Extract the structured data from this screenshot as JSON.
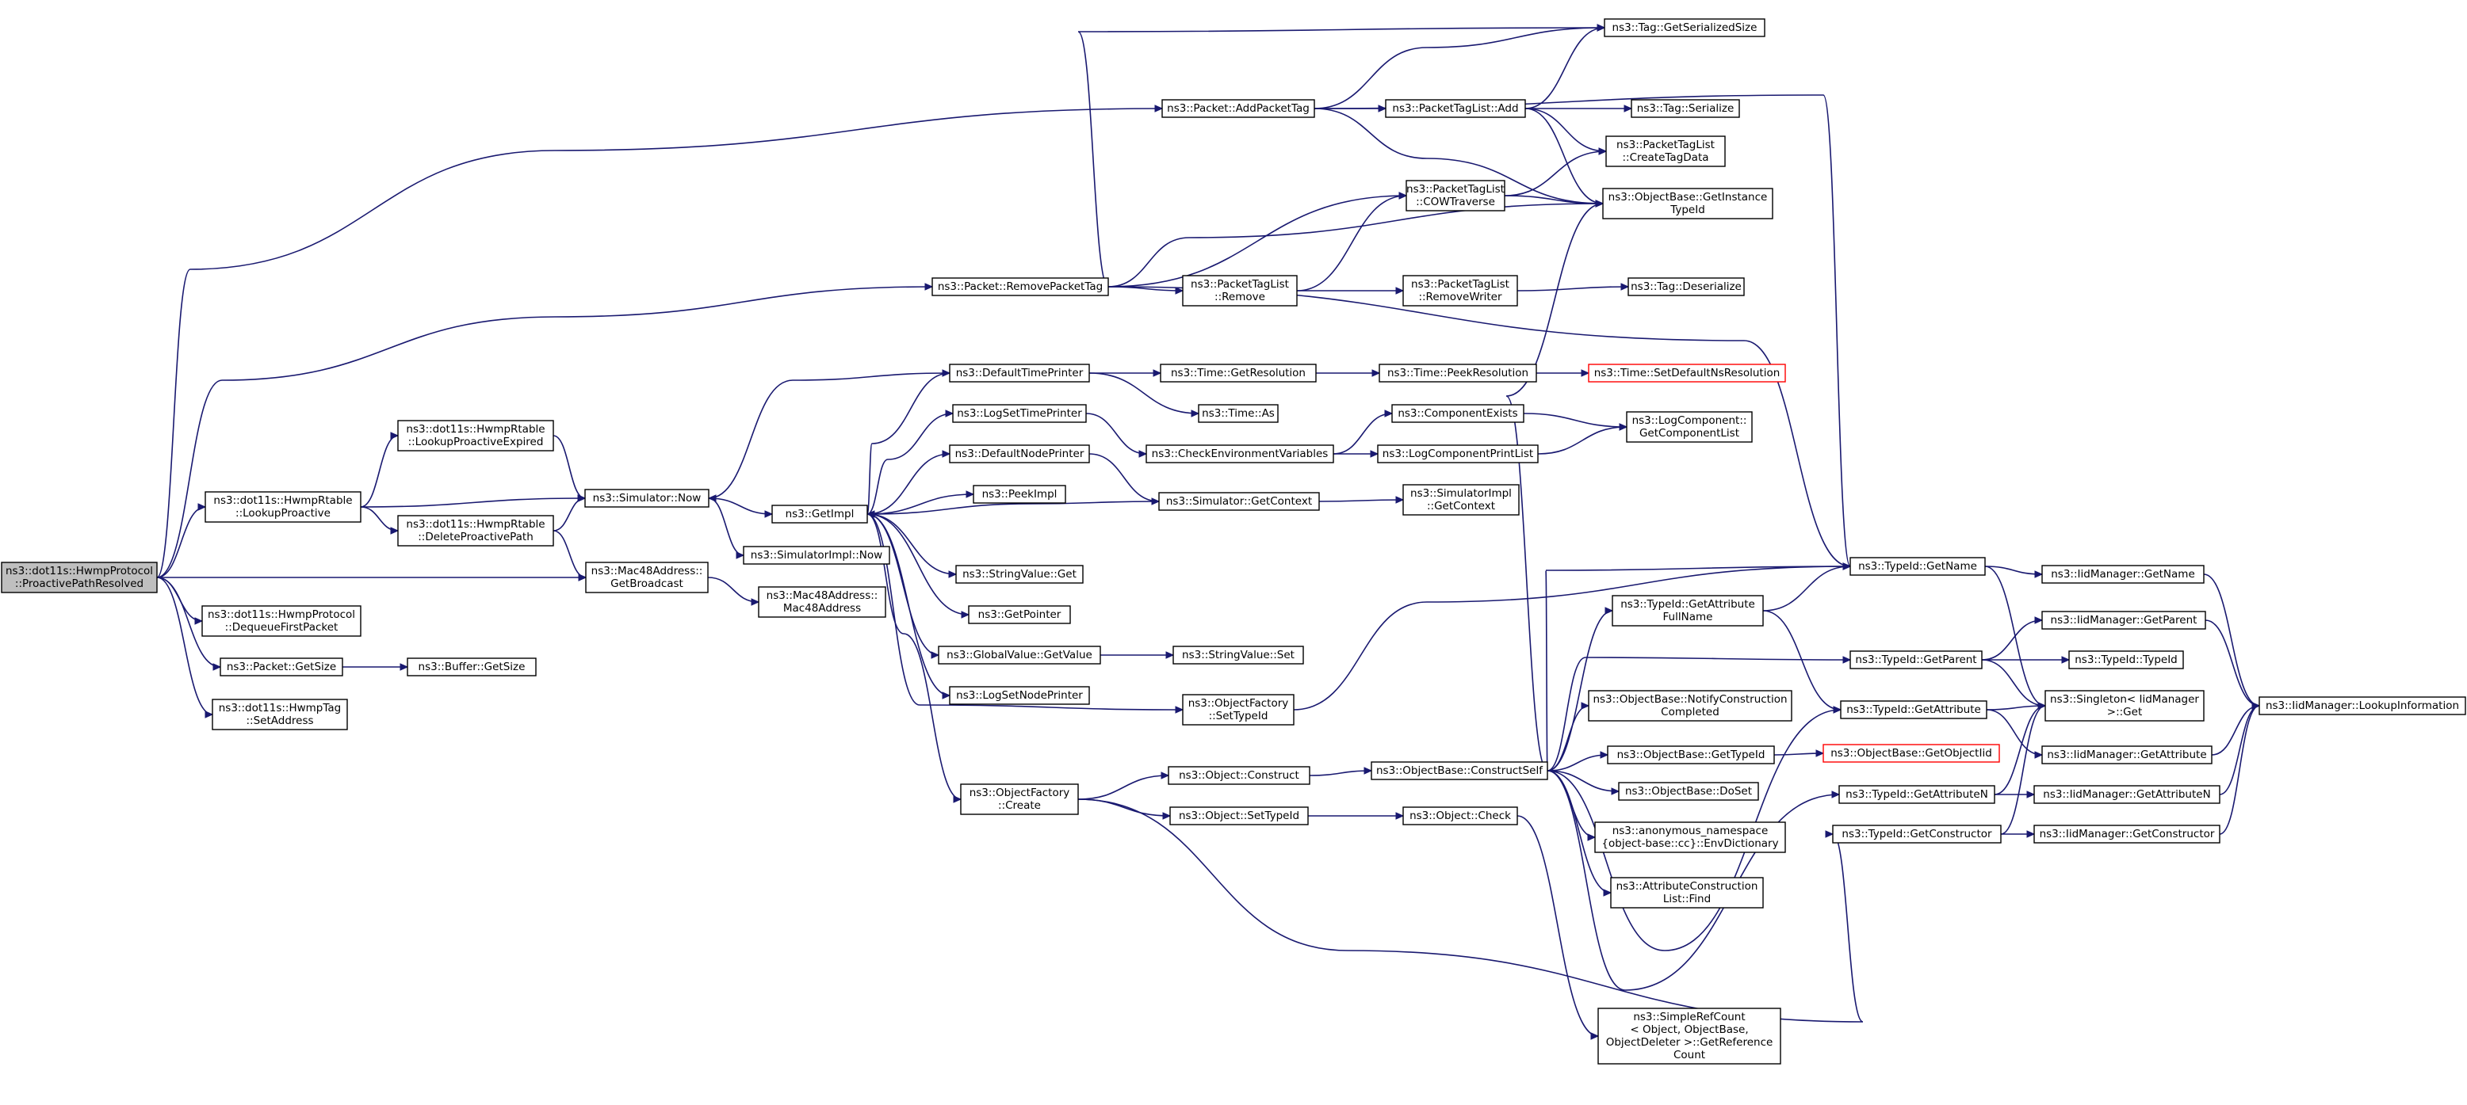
{
  "graph": {
    "edge_color": "#191970",
    "nodes": [
      {
        "id": "root",
        "lines": [
          "ns3::dot11s::HwmpProtocol",
          "::ProactivePathResolved"
        ],
        "style": "root"
      },
      {
        "id": "addPacketTag",
        "lines": [
          "ns3::Packet::AddPacketTag"
        ]
      },
      {
        "id": "removePacketTag",
        "lines": [
          "ns3::Packet::RemovePacketTag"
        ]
      },
      {
        "id": "lookupProactive",
        "lines": [
          "ns3::dot11s::HwmpRtable",
          "::LookupProactive"
        ]
      },
      {
        "id": "getBroadcast",
        "lines": [
          "ns3::Mac48Address::",
          "GetBroadcast"
        ]
      },
      {
        "id": "dequeueFirstPacket",
        "lines": [
          "ns3::dot11s::HwmpProtocol",
          "::DequeueFirstPacket"
        ]
      },
      {
        "id": "packetGetSize",
        "lines": [
          "ns3::Packet::GetSize"
        ]
      },
      {
        "id": "setAddress",
        "lines": [
          "ns3::dot11s::HwmpTag",
          "::SetAddress"
        ]
      },
      {
        "id": "lookupProactiveExpired",
        "lines": [
          "ns3::dot11s::HwmpRtable",
          "::LookupProactiveExpired"
        ]
      },
      {
        "id": "simulatorNow",
        "lines": [
          "ns3::Simulator::Now"
        ]
      },
      {
        "id": "deleteProactivePath",
        "lines": [
          "ns3::dot11s::HwmpRtable",
          "::DeleteProactivePath"
        ]
      },
      {
        "id": "getImpl",
        "lines": [
          "ns3::GetImpl"
        ]
      },
      {
        "id": "simImplNow",
        "lines": [
          "ns3::SimulatorImpl::Now"
        ]
      },
      {
        "id": "mac48Address",
        "lines": [
          "ns3::Mac48Address::",
          "Mac48Address"
        ]
      },
      {
        "id": "bufferGetSize",
        "lines": [
          "ns3::Buffer::GetSize"
        ]
      },
      {
        "id": "defaultTimePrinter",
        "lines": [
          "ns3::DefaultTimePrinter"
        ]
      },
      {
        "id": "logSetTimePrinter",
        "lines": [
          "ns3::LogSetTimePrinter"
        ]
      },
      {
        "id": "defaultNodePrinter",
        "lines": [
          "ns3::DefaultNodePrinter"
        ]
      },
      {
        "id": "peekImpl",
        "lines": [
          "ns3::PeekImpl"
        ]
      },
      {
        "id": "stringValueGet",
        "lines": [
          "ns3::StringValue::Get"
        ]
      },
      {
        "id": "getPointer",
        "lines": [
          "ns3::GetPointer"
        ]
      },
      {
        "id": "globalValueGetValue",
        "lines": [
          "ns3::GlobalValue::GetValue"
        ]
      },
      {
        "id": "logSetNodePrinter",
        "lines": [
          "ns3::LogSetNodePrinter"
        ]
      },
      {
        "id": "objectFactoryCreate",
        "lines": [
          "ns3::ObjectFactory",
          "::Create"
        ]
      },
      {
        "id": "timeGetResolution",
        "lines": [
          "ns3::Time::GetResolution"
        ]
      },
      {
        "id": "timeAs",
        "lines": [
          "ns3::Time::As"
        ]
      },
      {
        "id": "checkEnvVars",
        "lines": [
          "ns3::CheckEnvironmentVariables"
        ]
      },
      {
        "id": "simulatorGetContext",
        "lines": [
          "ns3::Simulator::GetContext"
        ]
      },
      {
        "id": "stringValueSet",
        "lines": [
          "ns3::StringValue::Set"
        ]
      },
      {
        "id": "objectFactorySetTypeId",
        "lines": [
          "ns3::ObjectFactory",
          "::SetTypeId"
        ]
      },
      {
        "id": "objectConstruct",
        "lines": [
          "ns3::Object::Construct"
        ]
      },
      {
        "id": "objectSetTypeId",
        "lines": [
          "ns3::Object::SetTypeId"
        ]
      },
      {
        "id": "packetTagListAdd",
        "lines": [
          "ns3::PacketTagList::Add"
        ]
      },
      {
        "id": "cowTraverse",
        "lines": [
          "ns3::PacketTagList",
          "::COWTraverse"
        ]
      },
      {
        "id": "packetTagListRemove",
        "lines": [
          "ns3::PacketTagList",
          "::Remove"
        ]
      },
      {
        "id": "removeWriter",
        "lines": [
          "ns3::PacketTagList",
          "::RemoveWriter"
        ]
      },
      {
        "id": "timePeekResolution",
        "lines": [
          "ns3::Time::PeekResolution"
        ]
      },
      {
        "id": "componentExists",
        "lines": [
          "ns3::ComponentExists"
        ]
      },
      {
        "id": "logComponentPrintList",
        "lines": [
          "ns3::LogComponentPrintList"
        ]
      },
      {
        "id": "simImplGetContext",
        "lines": [
          "ns3::SimulatorImpl",
          "::GetContext"
        ]
      },
      {
        "id": "constructSelf",
        "lines": [
          "ns3::ObjectBase::ConstructSelf"
        ]
      },
      {
        "id": "objectCheck",
        "lines": [
          "ns3::Object::Check"
        ]
      },
      {
        "id": "tagGetSerializedSize",
        "lines": [
          "ns3::Tag::GetSerializedSize"
        ]
      },
      {
        "id": "tagSerialize",
        "lines": [
          "ns3::Tag::Serialize"
        ]
      },
      {
        "id": "createTagData",
        "lines": [
          "ns3::PacketTagList",
          "::CreateTagData"
        ]
      },
      {
        "id": "getInstanceTypeId",
        "lines": [
          "ns3::ObjectBase::GetInstance",
          "TypeId"
        ]
      },
      {
        "id": "tagDeserialize",
        "lines": [
          "ns3::Tag::Deserialize"
        ]
      },
      {
        "id": "setDefaultNsResolution",
        "lines": [
          "ns3::Time::SetDefaultNsResolution"
        ],
        "style": "red"
      },
      {
        "id": "getComponentList",
        "lines": [
          "ns3::LogComponent::",
          "GetComponentList"
        ]
      },
      {
        "id": "typeIdGetName",
        "lines": [
          "ns3::TypeId::GetName"
        ]
      },
      {
        "id": "getAttributeFullName",
        "lines": [
          "ns3::TypeId::GetAttribute",
          "FullName"
        ]
      },
      {
        "id": "typeIdGetParent",
        "lines": [
          "ns3::TypeId::GetParent"
        ]
      },
      {
        "id": "notifyConstructionCompleted",
        "lines": [
          "ns3::ObjectBase::NotifyConstruction",
          "Completed"
        ]
      },
      {
        "id": "typeIdGetAttribute",
        "lines": [
          "ns3::TypeId::GetAttribute"
        ]
      },
      {
        "id": "objectBaseGetTypeId",
        "lines": [
          "ns3::ObjectBase::GetTypeId"
        ]
      },
      {
        "id": "getObjectIid",
        "lines": [
          "ns3::ObjectBase::GetObjectIid"
        ],
        "style": "red"
      },
      {
        "id": "objectBaseDoSet",
        "lines": [
          "ns3::ObjectBase::DoSet"
        ]
      },
      {
        "id": "envDictionary",
        "lines": [
          "ns3::anonymous_namespace",
          "{object-base::cc}::EnvDictionary"
        ]
      },
      {
        "id": "attributeConstructionListFind",
        "lines": [
          "ns3::AttributeConstruction",
          "List::Find"
        ]
      },
      {
        "id": "getAttributeN",
        "lines": [
          "ns3::TypeId::GetAttributeN"
        ]
      },
      {
        "id": "getConstructor",
        "lines": [
          "ns3::TypeId::GetConstructor"
        ]
      },
      {
        "id": "simpleRefCountGetReferenceCount",
        "lines": [
          "ns3::SimpleRefCount",
          "< Object, ObjectBase,",
          " ObjectDeleter >::GetReference",
          "Count"
        ]
      },
      {
        "id": "iidGetName",
        "lines": [
          "ns3::IidManager::GetName"
        ]
      },
      {
        "id": "iidGetParent",
        "lines": [
          "ns3::IidManager::GetParent"
        ]
      },
      {
        "id": "typeIdTypeId",
        "lines": [
          "ns3::TypeId::TypeId"
        ]
      },
      {
        "id": "singletonGet",
        "lines": [
          "ns3::Singleton< IidManager",
          " >::Get"
        ]
      },
      {
        "id": "iidGetAttribute",
        "lines": [
          "ns3::IidManager::GetAttribute"
        ]
      },
      {
        "id": "iidGetAttributeN",
        "lines": [
          "ns3::IidManager::GetAttributeN"
        ]
      },
      {
        "id": "iidGetConstructor",
        "lines": [
          "ns3::IidManager::GetConstructor"
        ]
      },
      {
        "id": "lookupInformation",
        "lines": [
          "ns3::IidManager::LookupInformation"
        ]
      }
    ]
  }
}
